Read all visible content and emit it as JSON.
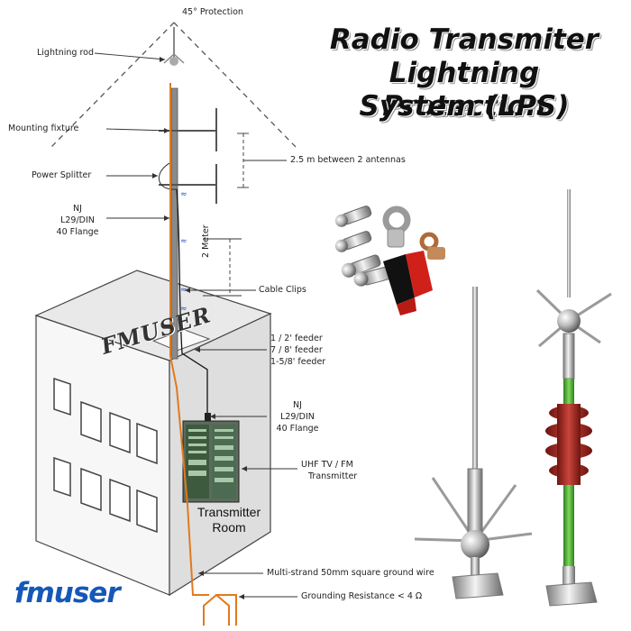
{
  "title_lines": [
    "Radio Transmiter",
    "Lightning Protection",
    "System (LPS)"
  ],
  "labels": {
    "protection": "45° Protection",
    "lightning_rod": "Lightning rod",
    "mounting_fixture": "Mounting fixture",
    "power_splitter": "Power Splitter",
    "nj_top": [
      "NJ",
      "L29/DIN",
      "40 Flange"
    ],
    "antenna_spacing": "2.5 m  between 2 antennas",
    "two_meter": "2 Meter",
    "cable_clips": "Cable Clips",
    "feeders": [
      "1 / 2' feeder",
      "7 / 8' feeder",
      "1-5/8' feeder"
    ],
    "nj_bottom": [
      "NJ",
      "L29/DIN",
      "40 Flange"
    ],
    "transmitter": [
      "UHF TV / FM",
      "Transmitter"
    ],
    "transmitter_room": [
      "Transmitter",
      "Room"
    ],
    "ground_wire": "Multi-strand 50mm square ground wire",
    "grounding_resistance": "Grounding Resistance < 4 Ω"
  },
  "watermark": "FMUSER",
  "brand": "fmuser",
  "colors": {
    "ground_wire": "#e07a1f",
    "insulator": "#b3261e",
    "green_rod": "#4caf3a",
    "brand": "#1558b8"
  }
}
